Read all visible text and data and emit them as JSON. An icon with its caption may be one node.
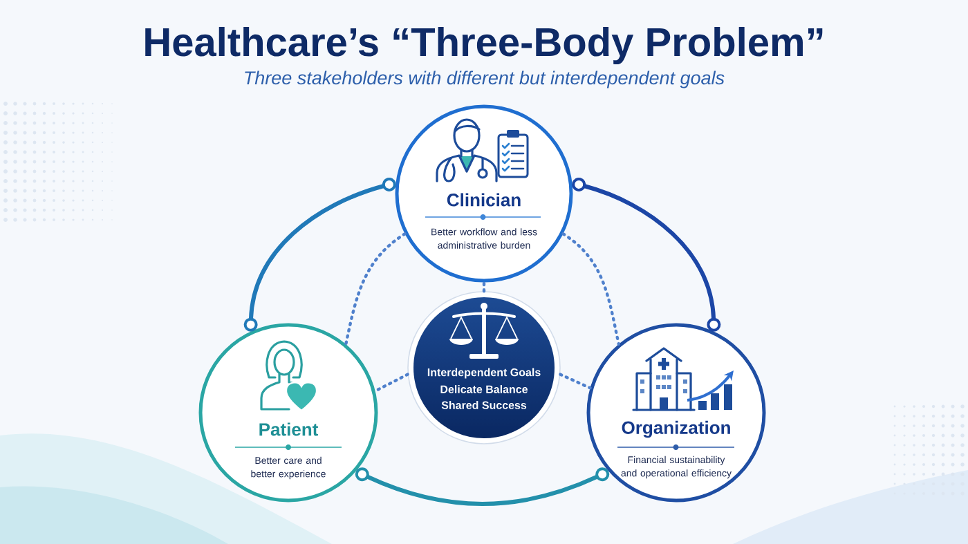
{
  "diagram": {
    "title": "Healthcare’s “Three-Body Problem”",
    "nodes": [
      {
        "text": [
          "Clinician",
          "Better workflow and less administrative burden"
        ]
      },
      {
        "text": [
          "Patient",
          "Better care and better experience"
        ]
      },
      {
        "text": [
          "Organization",
          "Financial sustainability and operational efficiency"
        ]
      },
      {
        "text": [
          "Interdependent Goals",
          "Delicate Balance",
          "Shared Success"
        ]
      }
    ],
    "edges": [
      {
        "from": 0,
        "to": 1,
        "arrow": "other",
        "color": "#2079b8"
      },
      {
        "from": 0,
        "to": 2,
        "arrow": "other",
        "color": "#1c46a6"
      },
      {
        "from": 1,
        "to": 2,
        "arrow": "other",
        "color": "#2390ab"
      },
      {
        "from": 3,
        "to": 0,
        "arrow": "none",
        "style": "dashed"
      },
      {
        "from": 3,
        "to": 1,
        "arrow": "none",
        "style": "dashed"
      },
      {
        "from": 3,
        "to": 2,
        "arrow": "none",
        "style": "dashed"
      },
      {
        "from": 0,
        "to": 1,
        "arrow": "none",
        "style": "dashed"
      },
      {
        "from": 0,
        "to": 2,
        "arrow": "none",
        "style": "dashed"
      }
    ],
    "labels": [
      "Three stakeholders with different but interdependent goals"
    ]
  }
}
